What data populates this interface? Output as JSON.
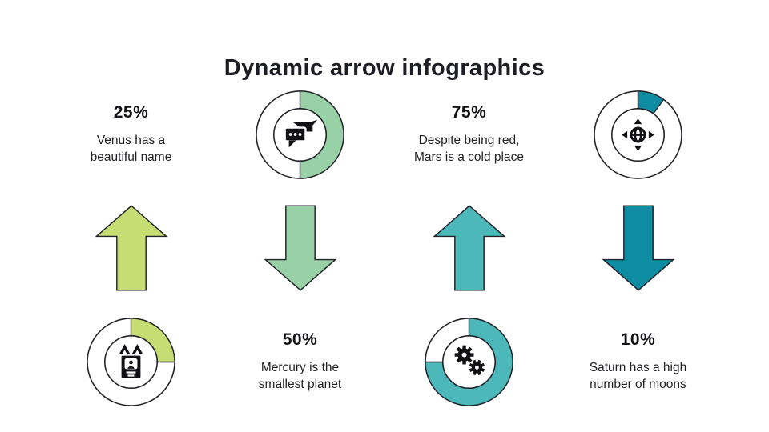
{
  "slide": {
    "title": "Dynamic arrow infographics"
  },
  "palette": {
    "background": "#ffffff",
    "outline": "#23232b",
    "text": "#1d1d25",
    "yellow_green": "#c6dd74",
    "light_green": "#98d1a5",
    "medium_teal": "#4cb8b9",
    "dark_teal": "#0e8ca1"
  },
  "items": [
    {
      "name": "venus",
      "percent": 25,
      "percent_label": "25%",
      "desc_line1": "Venus has a",
      "desc_line2": "beautiful name",
      "arrow_direction": "up",
      "layout": "text-top-donut-bottom",
      "color": "#c6dd74",
      "icon": "id-badge-icon"
    },
    {
      "name": "mercury",
      "percent": 50,
      "percent_label": "50%",
      "desc_line1": "Mercury is the",
      "desc_line2": "smallest planet",
      "arrow_direction": "down",
      "layout": "donut-top-text-bottom",
      "color": "#98d1a5",
      "icon": "chat-icon"
    },
    {
      "name": "mars",
      "percent": 75,
      "percent_label": "75%",
      "desc_line1": "Despite being red,",
      "desc_line2": "Mars is a cold place",
      "arrow_direction": "up",
      "layout": "text-top-donut-bottom",
      "color": "#4cb8b9",
      "icon": "gears-icon"
    },
    {
      "name": "saturn",
      "percent": 10,
      "percent_label": "10%",
      "desc_line1": "Saturn has a high",
      "desc_line2": "number of moons",
      "arrow_direction": "down",
      "layout": "donut-top-text-bottom",
      "color": "#0e8ca1",
      "icon": "globe-move-icon"
    }
  ],
  "chart_data": [
    {
      "type": "pie",
      "subtype": "donut",
      "title": "Venus has a beautiful name",
      "categories": [
        "value",
        "remainder"
      ],
      "values": [
        25,
        75
      ],
      "colors": [
        "#c6dd74",
        "#ffffff"
      ],
      "start_angle_deg": 0,
      "direction": "clockwise"
    },
    {
      "type": "pie",
      "subtype": "donut",
      "title": "Mercury is the smallest planet",
      "categories": [
        "value",
        "remainder"
      ],
      "values": [
        50,
        50
      ],
      "colors": [
        "#98d1a5",
        "#ffffff"
      ],
      "start_angle_deg": 0,
      "direction": "clockwise"
    },
    {
      "type": "pie",
      "subtype": "donut",
      "title": "Despite being red, Mars is a cold place",
      "categories": [
        "value",
        "remainder"
      ],
      "values": [
        75,
        25
      ],
      "colors": [
        "#4cb8b9",
        "#ffffff"
      ],
      "start_angle_deg": 0,
      "direction": "clockwise"
    },
    {
      "type": "pie",
      "subtype": "donut",
      "title": "Saturn has a high number of moons",
      "categories": [
        "value",
        "remainder"
      ],
      "values": [
        10,
        90
      ],
      "colors": [
        "#0e8ca1",
        "#ffffff"
      ],
      "start_angle_deg": 0,
      "direction": "clockwise"
    }
  ]
}
